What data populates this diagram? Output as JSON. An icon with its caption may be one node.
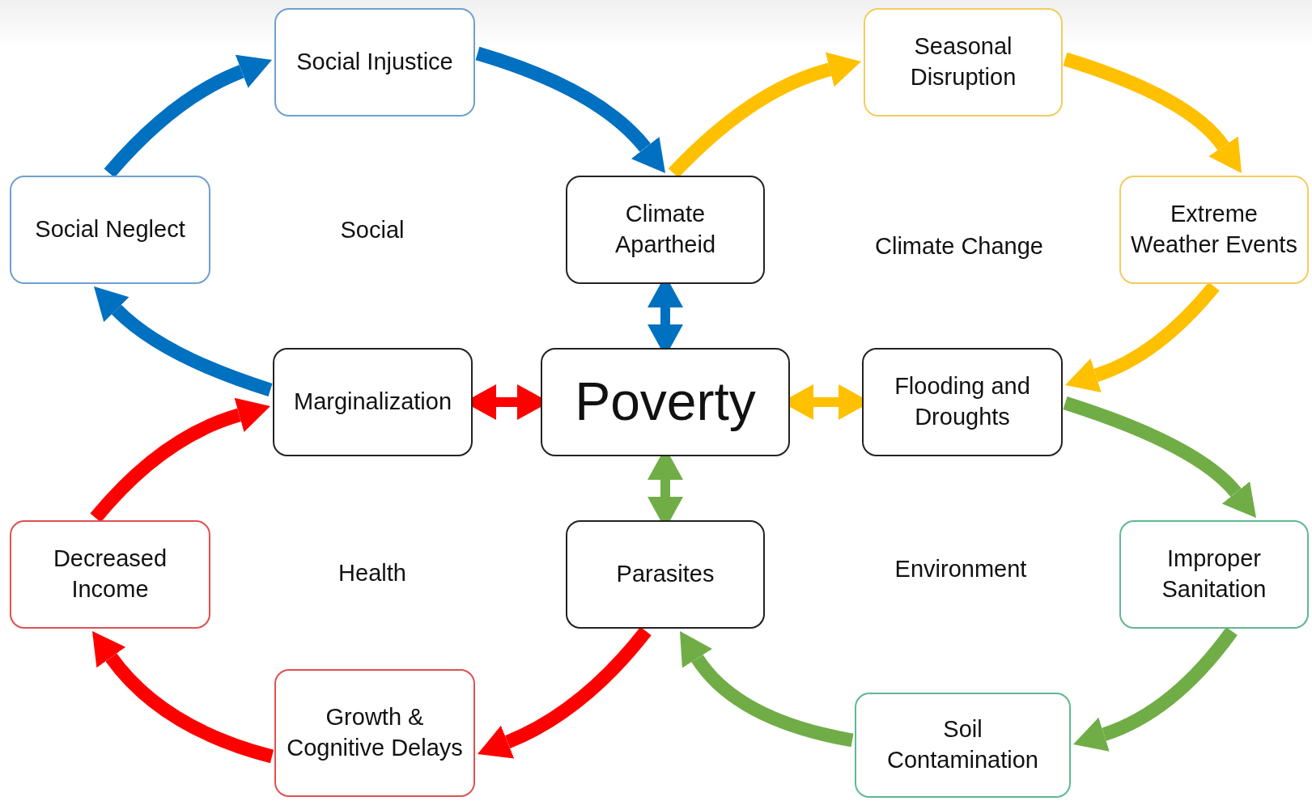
{
  "diagram": {
    "nodes": [
      {
        "text": [
          "Social Injustice"
        ]
      },
      {
        "text": [
          "Seasonal Disruption"
        ]
      },
      {
        "text": [
          "Social Neglect"
        ]
      },
      {
        "text": [
          "Climate Apartheid"
        ]
      },
      {
        "text": [
          "Extreme Weather Events"
        ]
      },
      {
        "text": [
          "Marginalization"
        ]
      },
      {
        "text": [
          "Poverty"
        ]
      },
      {
        "text": [
          "Flooding and Droughts"
        ]
      },
      {
        "text": [
          "Decreased Income"
        ]
      },
      {
        "text": [
          "Parasites"
        ]
      },
      {
        "text": [
          "Improper Sanitation"
        ]
      },
      {
        "text": [
          "Growth & Cognitive Delays"
        ]
      },
      {
        "text": [
          "Soil Contamination"
        ]
      }
    ],
    "edges": [
      {
        "from": 2,
        "to": 0,
        "arrow": "to",
        "color": "#0070c0"
      },
      {
        "from": 0,
        "to": 3,
        "arrow": "to",
        "color": "#0070c0"
      },
      {
        "from": 5,
        "to": 2,
        "arrow": "to",
        "color": "#0070c0"
      },
      {
        "from": 3,
        "to": 1,
        "arrow": "to",
        "color": "#ffc000"
      },
      {
        "from": 1,
        "to": 4,
        "arrow": "to",
        "color": "#ffc000"
      },
      {
        "from": 4,
        "to": 7,
        "arrow": "to",
        "color": "#ffc000"
      },
      {
        "from": 7,
        "to": 10,
        "arrow": "to",
        "color": "#70ad47"
      },
      {
        "from": 10,
        "to": 12,
        "arrow": "to",
        "color": "#70ad47"
      },
      {
        "from": 12,
        "to": 9,
        "arrow": "to",
        "color": "#70ad47"
      },
      {
        "from": 9,
        "to": 11,
        "arrow": "to",
        "color": "#ff0000"
      },
      {
        "from": 11,
        "to": 8,
        "arrow": "to",
        "color": "#ff0000"
      },
      {
        "from": 8,
        "to": 5,
        "arrow": "to",
        "color": "#ff0000"
      },
      {
        "from": 3,
        "to": 6,
        "arrow": "both",
        "color": "#0070c0"
      },
      {
        "from": 5,
        "to": 6,
        "arrow": "both",
        "color": "#ff0000"
      },
      {
        "from": 6,
        "to": 7,
        "arrow": "both",
        "color": "#ffc000"
      },
      {
        "from": 6,
        "to": 9,
        "arrow": "both",
        "color": "#70ad47"
      }
    ],
    "labels": [
      "Social",
      "Climate Change",
      "Health",
      "Environment"
    ]
  }
}
